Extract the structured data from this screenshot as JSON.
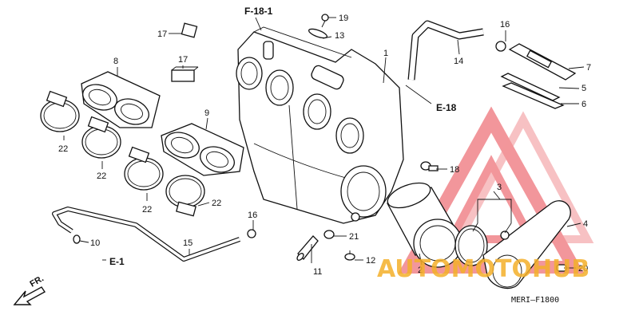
{
  "diagram": {
    "code": "MERI–F1800",
    "direction": "FR."
  },
  "refs": {
    "f181": "F-18-1",
    "e18": "E-18",
    "e1": "E-1"
  },
  "watermark": {
    "text": "AUTOMOTOHUB",
    "triangle_color": "#e8424a",
    "text_color": "#f4b02a"
  },
  "parts": {
    "p1": "1",
    "p2": "2",
    "p3": "3",
    "p4": "4",
    "p5": "5",
    "p6": "6",
    "p7": "7",
    "p8": "8",
    "p9": "9",
    "p10": "10",
    "p11": "11",
    "p12": "12",
    "p13": "13",
    "p14": "14",
    "p15": "15",
    "p16a": "16",
    "p16b": "16",
    "p17a": "17",
    "p17b": "17",
    "p18": "18",
    "p19": "19",
    "p20": "20",
    "p21": "21",
    "p22a": "22",
    "p22b": "22",
    "p22c": "22",
    "p22d": "22"
  }
}
